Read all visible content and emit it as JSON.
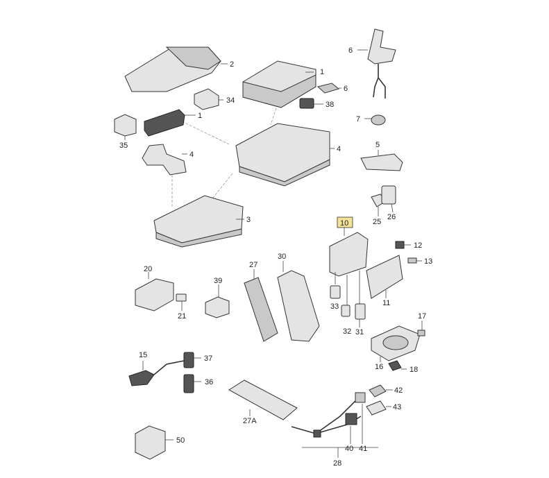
{
  "part_numbers": {
    "p1a": "1",
    "p1b": "1",
    "p2": "2",
    "p3": "3",
    "p4a": "4",
    "p4b": "4",
    "p5": "5",
    "p6a": "6",
    "p6b": "6",
    "p7": "7",
    "p10": "10",
    "p11": "11",
    "p12": "12",
    "p13": "13",
    "p15": "15",
    "p16": "16",
    "p17": "17",
    "p18": "18",
    "p20": "20",
    "p21": "21",
    "p25": "25",
    "p26": "26",
    "p27": "27",
    "p27a": "27A",
    "p28": "28",
    "p30": "30",
    "p31": "31",
    "p32": "32",
    "p33": "33",
    "p34": "34",
    "p35": "35",
    "p36": "36",
    "p37": "37",
    "p38": "38",
    "p39": "39",
    "p40": "40",
    "p41": "41",
    "p42": "42",
    "p43": "43",
    "p50": "50"
  },
  "highlighted_part": "10",
  "colors": {
    "highlight": "#f4e19a",
    "part_fill": "#e4e4e4",
    "outline": "#333333"
  }
}
